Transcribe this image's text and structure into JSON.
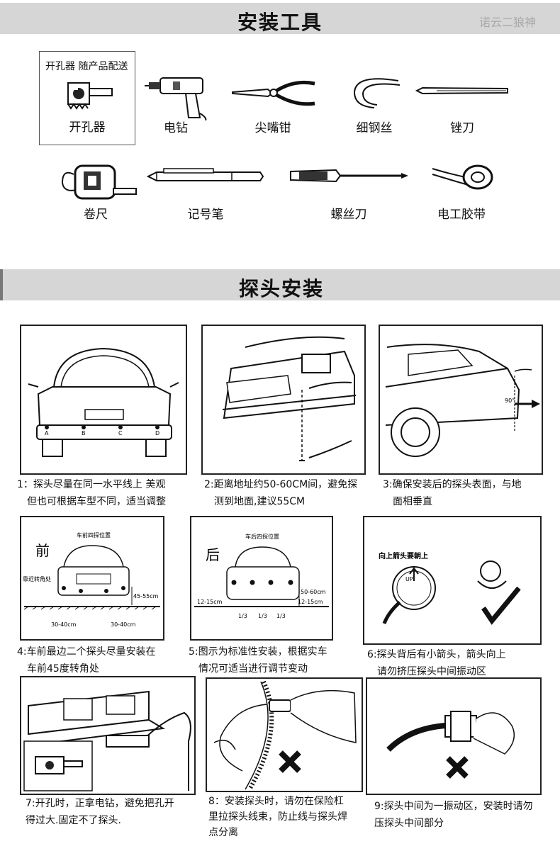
{
  "header1": {
    "title": "安装工具",
    "watermark": "诺云二狼神"
  },
  "header2": {
    "title": "探头安装"
  },
  "supply_note": "开孔器 随产品配送",
  "tools": [
    {
      "label": "开孔器",
      "icon": "hole-saw-icon"
    },
    {
      "label": "电钻",
      "icon": "drill-icon"
    },
    {
      "label": "尖嘴钳",
      "icon": "pliers-icon"
    },
    {
      "label": "细钢丝",
      "icon": "wire-icon"
    },
    {
      "label": "锉刀",
      "icon": "file-icon"
    },
    {
      "label": "卷尺",
      "icon": "tape-measure-icon"
    },
    {
      "label": "记号笔",
      "icon": "marker-pen-icon"
    },
    {
      "label": "螺丝刀",
      "icon": "screwdriver-icon"
    },
    {
      "label": "电工胶带",
      "icon": "electrical-tape-icon"
    }
  ],
  "steps": [
    {
      "line1": "1：探头尽量在同一水平线上 美观",
      "line2": "但也可根据车型不同，适当调整"
    },
    {
      "line1": "2:距离地址约50-60CM间，避免探",
      "line2": "测到地面,建议55CM"
    },
    {
      "line1": "3:确保安装后的探头表面，与地",
      "line2": "面相垂直"
    },
    {
      "line1": "4:车前最边二个探头尽量安装在",
      "line2": "车前45度转角处"
    },
    {
      "line1": "5:图示为标准性安装，根据实车",
      "line2": "情况可适当进行调节变动"
    },
    {
      "line1": "6:探头背后有小箭头，箭头向上",
      "line2": "请勿挤压探头中间振动区"
    },
    {
      "line1": "7:开孔时，正拿电钻，避免把孔开",
      "line2": "得过大.固定不了探头."
    },
    {
      "line1": "8：安装探头时，请勿在保险杠",
      "line2": "里拉探头线束，防止线与探头焊",
      "line3": "点分离"
    },
    {
      "line1": "9:探头中间为一振动区，安装时请勿",
      "line2": "压探头中间部分"
    }
  ],
  "panel_text": {
    "sensor_labels": [
      "A",
      "B",
      "C",
      "D"
    ],
    "angle": "90°",
    "front_char": "前",
    "front_title": "车前四探位置",
    "front_corner": "靠近转角处",
    "front_height": "45-55cm",
    "front_spacing": "30-40cm",
    "rear_char": "后",
    "rear_title": "车后四探位置",
    "rear_height": "50-60cm",
    "rear_side": "12-15cm",
    "rear_frac": "1/3",
    "arrow_note": "向上箭头要朝上",
    "up_mark": "UP"
  }
}
